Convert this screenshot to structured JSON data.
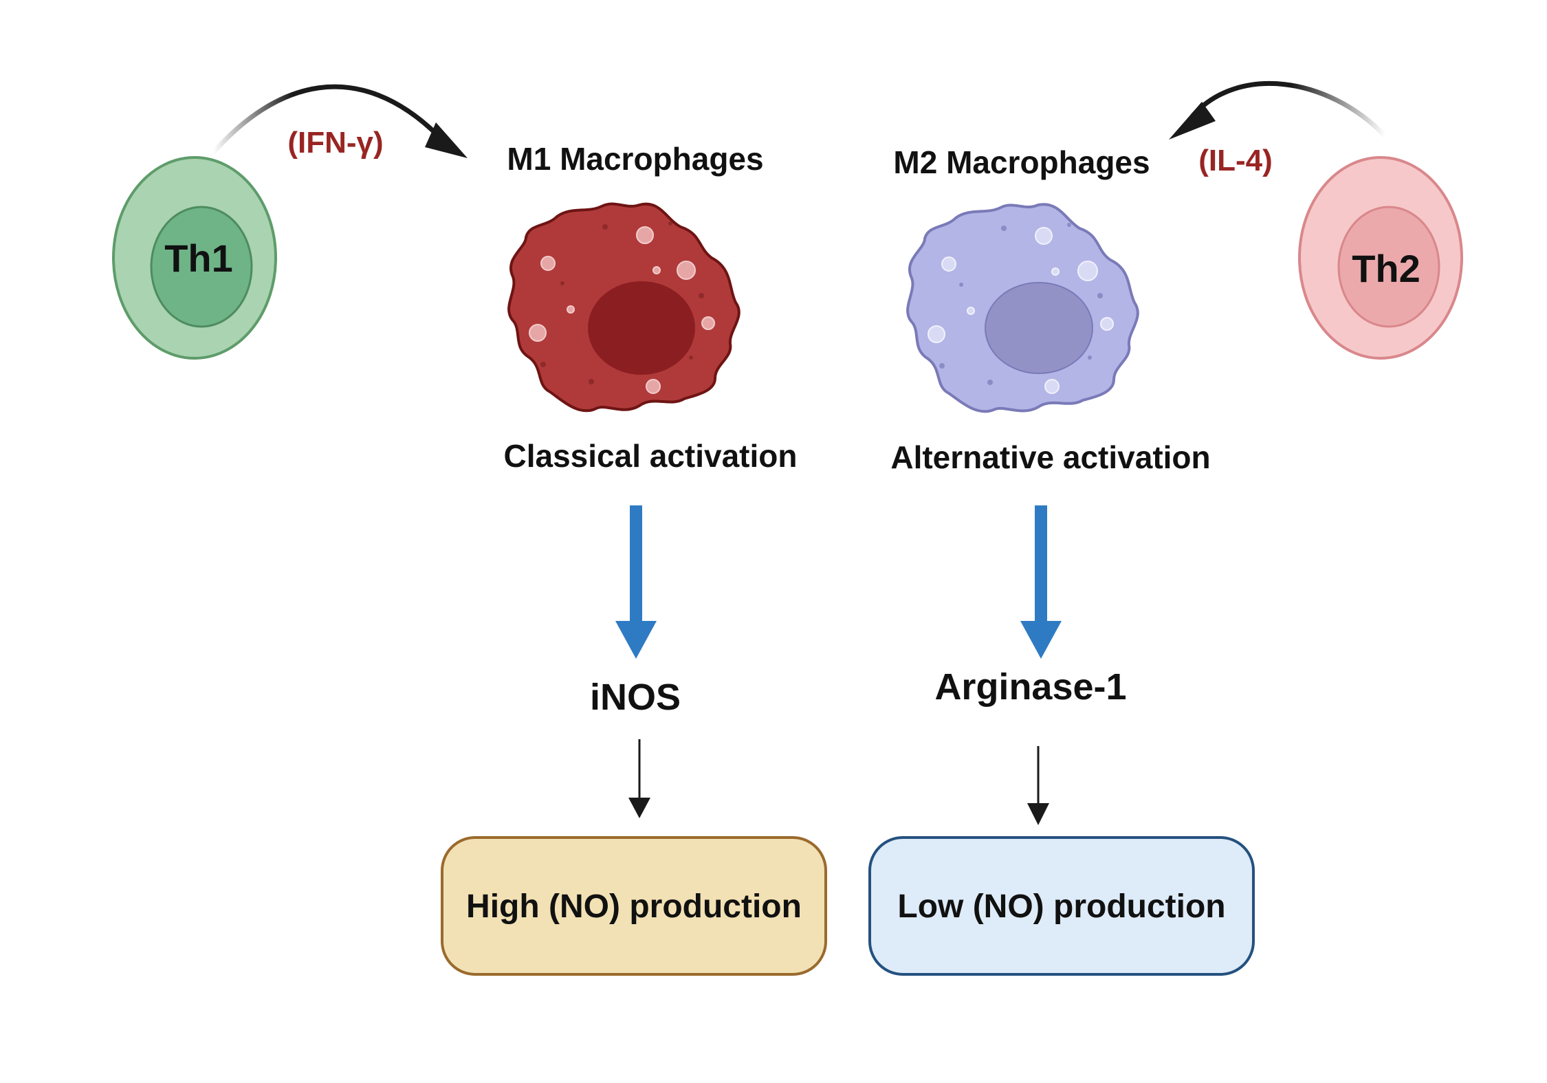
{
  "colors": {
    "th1_outer": "#a9d3b1",
    "th1_inner": "#6fb487",
    "th2_outer": "#f6c8ca",
    "th2_inner": "#eba9ab",
    "m1_body": "#b03a3a",
    "m1_nucleus": "#8b1e20",
    "m2_body": "#b3b5e6",
    "m2_nucleus": "#9392c7",
    "cytokine_text": "#982523",
    "pathway_arrow": "#2e7bc4",
    "high_box_fill": "#f2e1b4",
    "high_box_border": "#9a6a2d",
    "low_box_fill": "#deebf8",
    "low_box_border": "#24517f"
  },
  "left": {
    "cell_label": "Th1",
    "cytokine": "(IFN-γ)",
    "macrophage_title": "M1 Macrophages",
    "activation": "Classical activation",
    "enzyme": "iNOS",
    "outcome": "High (NO) production"
  },
  "right": {
    "cell_label": "Th2",
    "cytokine": "(IL-4)",
    "macrophage_title": "M2 Macrophages",
    "activation": "Alternative activation",
    "enzyme": "Arginase-1",
    "outcome": "Low (NO) production"
  }
}
